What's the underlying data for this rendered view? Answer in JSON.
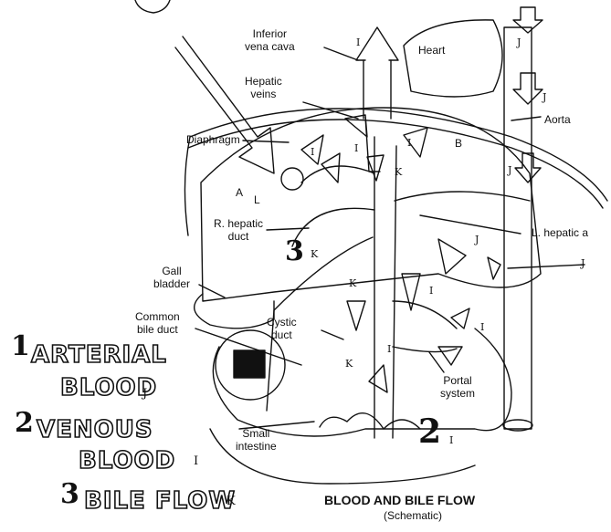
{
  "labels": {
    "inferior_vena_cava": "Inferior\nvena cava",
    "heart": "Heart",
    "hepatic_veins": "Hepatic\nveins",
    "aorta": "Aorta",
    "diaphragm": "Diaphragm",
    "r_hepatic_duct": "R. hepatic\nduct",
    "l_hepatic_a": "L. hepatic a",
    "gall_bladder": "Gall\nbladder",
    "common_bile_duct": "Common\nbile duct",
    "cystic_duct": "Cystic\nduct",
    "portal_system": "Portal\nsystem",
    "small_intestine": "Small\nintestine"
  },
  "letters": {
    "A": "A",
    "B": "B",
    "I": "I",
    "J": "J",
    "K": "K",
    "L": "L"
  },
  "legend": [
    {
      "number": "1",
      "line1": "ARTERIAL",
      "line2": "BLOOD",
      "tag": "J"
    },
    {
      "number": "2",
      "line1": "VENOUS",
      "line2": "BLOOD",
      "tag": "I"
    },
    {
      "number": "3",
      "line1": "BILE FLOW",
      "tag": "K"
    }
  ],
  "diagram_numbers": {
    "n2": "2",
    "n3": "3"
  },
  "title": "BLOOD AND BILE FLOW",
  "subtitle": "(Schematic)",
  "colors": {
    "ink": "#111111",
    "fill": "#ffffff"
  }
}
